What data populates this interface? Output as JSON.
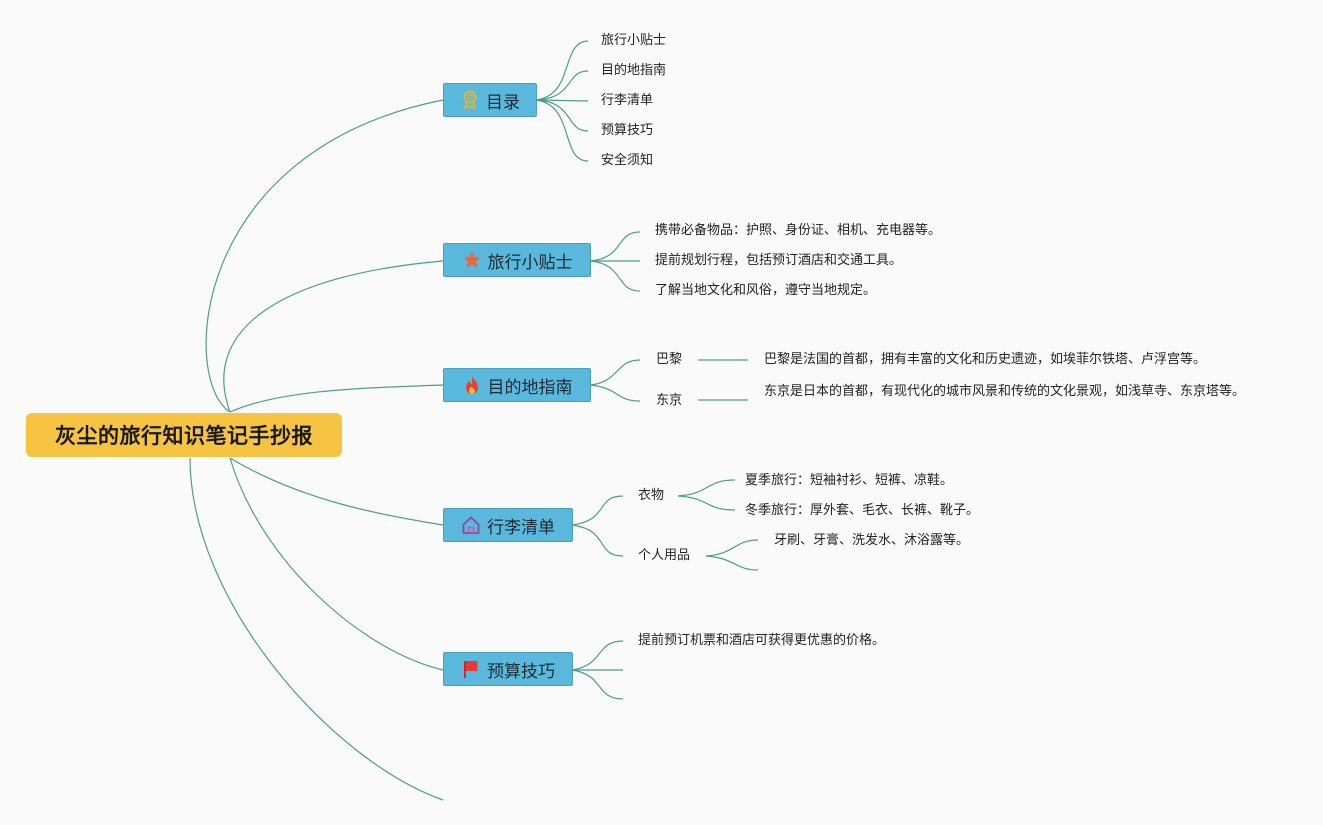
{
  "root": {
    "title": "灰尘的旅行知识笔记手抄报",
    "color": "#f6c343"
  },
  "colors": {
    "topic": "#5ab8dc",
    "line": "#4f9e88"
  },
  "branches": {
    "toc": {
      "label": "目录",
      "icon": "award-icon",
      "items": [
        "旅行小贴士",
        "目的地指南",
        "行李清单",
        "预算技巧",
        "安全须知"
      ]
    },
    "tips": {
      "label": "旅行小贴士",
      "icon": "star-icon",
      "items": [
        "携带必备物品：护照、身份证、相机、充电器等。",
        "提前规划行程，包括预订酒店和交通工具。",
        "了解当地文化和风俗，遵守当地规定。"
      ]
    },
    "guide": {
      "label": "目的地指南",
      "icon": "fire-icon",
      "paris": {
        "name": "巴黎",
        "desc": "巴黎是法国的首都，拥有丰富的文化和历史遗迹，如埃菲尔铁塔、卢浮宫等。"
      },
      "tokyo": {
        "name": "东京",
        "desc": "东京是日本的首都，有现代化的城市风景和传统的文化景观，如浅草寺、东京塔等。"
      }
    },
    "packing": {
      "label": "行李清单",
      "icon": "home-icon",
      "clothes": {
        "name": "衣物",
        "items": [
          "夏季旅行：短袖衬衫、短裤、凉鞋。",
          "冬季旅行：厚外套、毛衣、长裤、靴子。"
        ]
      },
      "personal": {
        "name": "个人用品",
        "items": [
          "牙刷、牙膏、洗发水、沐浴露等。"
        ]
      }
    },
    "budget": {
      "label": "预算技巧",
      "icon": "flag-icon",
      "items": [
        "提前预订机票和酒店可获得更优惠的价格。"
      ]
    }
  }
}
